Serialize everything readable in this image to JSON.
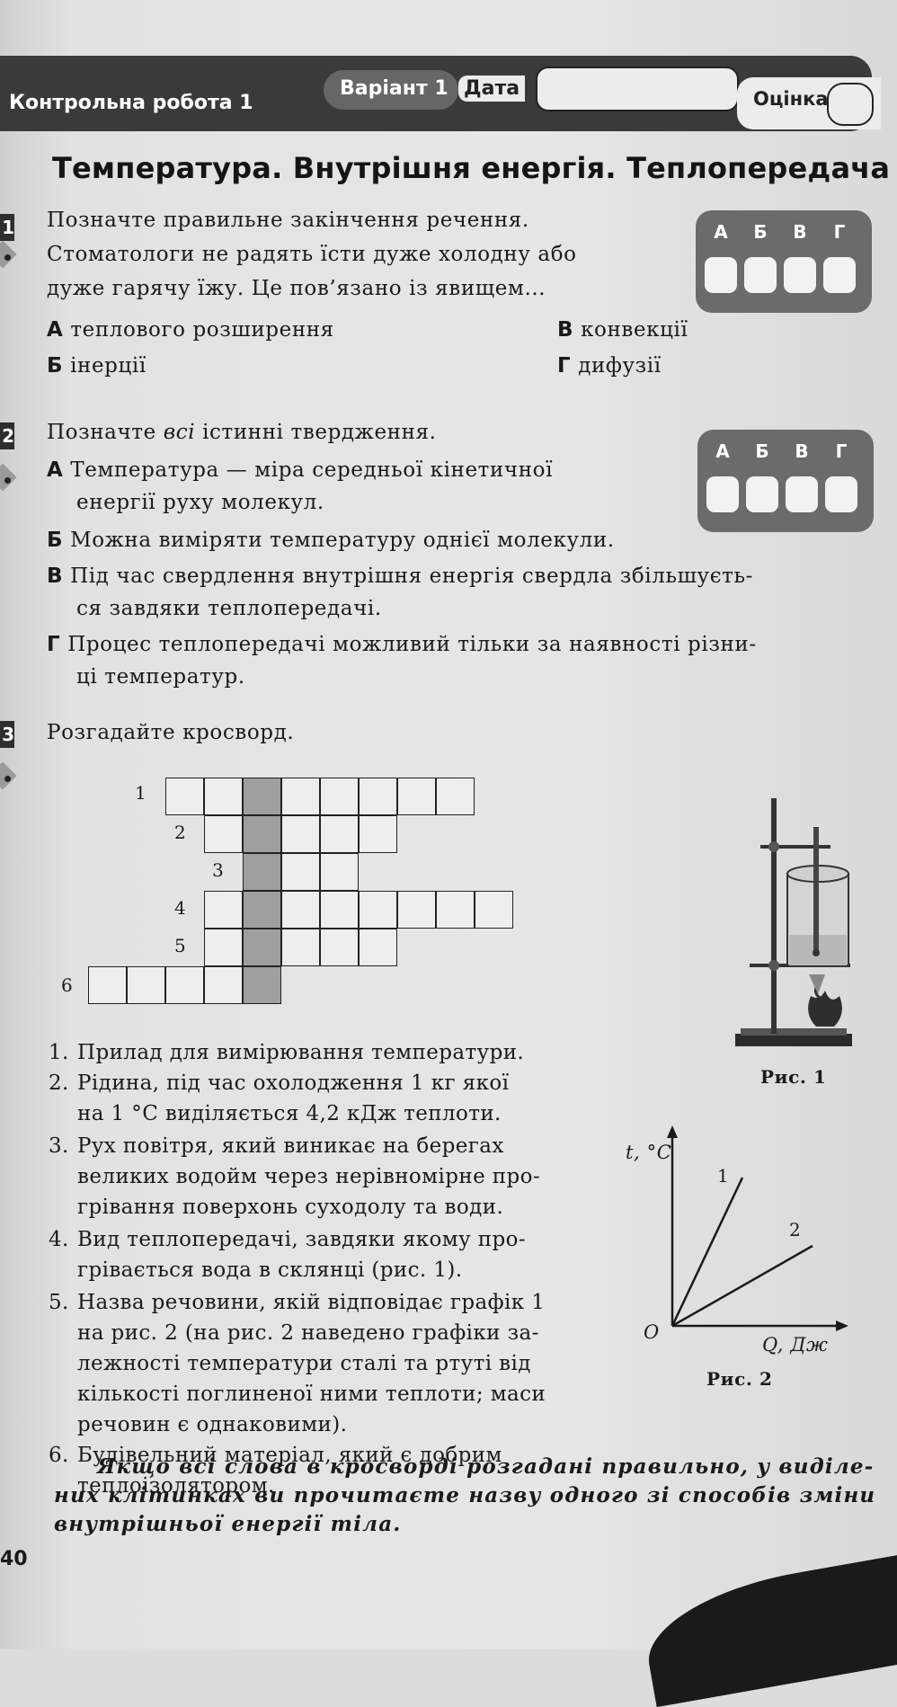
{
  "header": {
    "work_label": "Контрольна робота 1",
    "variant": "Варіант 1",
    "date_label": "Дата",
    "score_label": "Оцінка"
  },
  "title": "Температура. Внутрішня енергія. Теплопередача",
  "tasks": [
    {
      "num": "1",
      "lines": [
        "Позначте правильне закінчення речення.",
        "Стоматологи не радять їсти дуже холодну або",
        "дуже гарячу їжу. Це пов’язано із явищем..."
      ],
      "options": [
        {
          "l": "А",
          "t": "теплового розширення"
        },
        {
          "l": "Б",
          "t": "інерції"
        },
        {
          "l": "В",
          "t": "конвекції"
        },
        {
          "l": "Г",
          "t": "дифузії"
        }
      ],
      "letters": [
        "А",
        "Б",
        "В",
        "Г"
      ]
    },
    {
      "num": "2",
      "intro_a": "Позначте ",
      "intro_b": "всі",
      "intro_c": " істинні твердження.",
      "statements": [
        {
          "l": "А",
          "lines": [
            "Температура — міра середньої кінетичної",
            "енергії руху молекул."
          ]
        },
        {
          "l": "Б",
          "lines": [
            "Можна виміряти температуру однієї молекули."
          ]
        },
        {
          "l": "В",
          "lines": [
            "Під час свердлення внутрішня енергія свердла збільшуєть-",
            "ся завдяки теплопередачі."
          ]
        },
        {
          "l": "Г",
          "lines": [
            "Процес теплопередачі можливий тільки за наявності різни-",
            "ці температур."
          ]
        }
      ],
      "letters": [
        "А",
        "Б",
        "В",
        "Г"
      ]
    },
    {
      "num": "3",
      "text": "Розгадайте кросворд."
    }
  ],
  "crossword": {
    "row_numbers": [
      "1",
      "2",
      "3",
      "4",
      "5",
      "6"
    ]
  },
  "clues": [
    {
      "n": "1.",
      "lines": [
        "Прилад для вимірювання температури."
      ]
    },
    {
      "n": "2.",
      "lines": [
        "Рідина, під час охолодження 1 кг якої",
        "на 1 °С виділяється 4,2 кДж теплоти."
      ]
    },
    {
      "n": "3.",
      "lines": [
        "Рух повітря, який виникає на берегах",
        "великих водойм через нерівномірне про-",
        "грівання поверхонь суходолу та води."
      ]
    },
    {
      "n": "4.",
      "lines": [
        "Вид теплопередачі, завдяки якому про-",
        "грівається вода в склянці (рис. 1)."
      ]
    },
    {
      "n": "5.",
      "lines": [
        "Назва речовини, якій відповідає графік 1",
        "на рис. 2 (на рис. 2 наведено графіки за-",
        "лежності температури сталі та ртуті від",
        "кількості поглиненої ними теплоти; маси",
        "речовин є однаковими)."
      ]
    },
    {
      "n": "6.",
      "lines": [
        "Будівельний матеріал, який є добрим",
        "теплоізолятором."
      ]
    }
  ],
  "fig1": {
    "caption": "Рис. 1"
  },
  "fig2": {
    "caption": "Рис. 2",
    "y_label": "t, °C",
    "x_label": "Q, Дж",
    "origin": "O",
    "line1": "1",
    "line2": "2"
  },
  "footer": [
    "Якщо всі слова в кросворді розгадані правильно, у виділе-",
    "них клітинках ви прочитаєте назву одного зі способів зміни",
    "внутрішньої енергії тіла."
  ],
  "page_number": "40"
}
